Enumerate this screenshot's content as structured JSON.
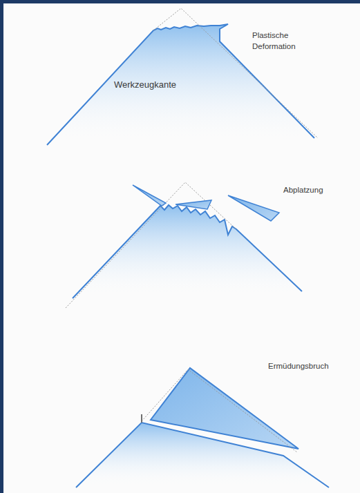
{
  "diagram": {
    "nodes": [
      {
        "text": [
          "Werkzeugkante"
        ]
      }
    ],
    "labels": [
      "Plastische Deformation",
      "Abplatzung",
      "Ermüdungsbruch"
    ]
  }
}
